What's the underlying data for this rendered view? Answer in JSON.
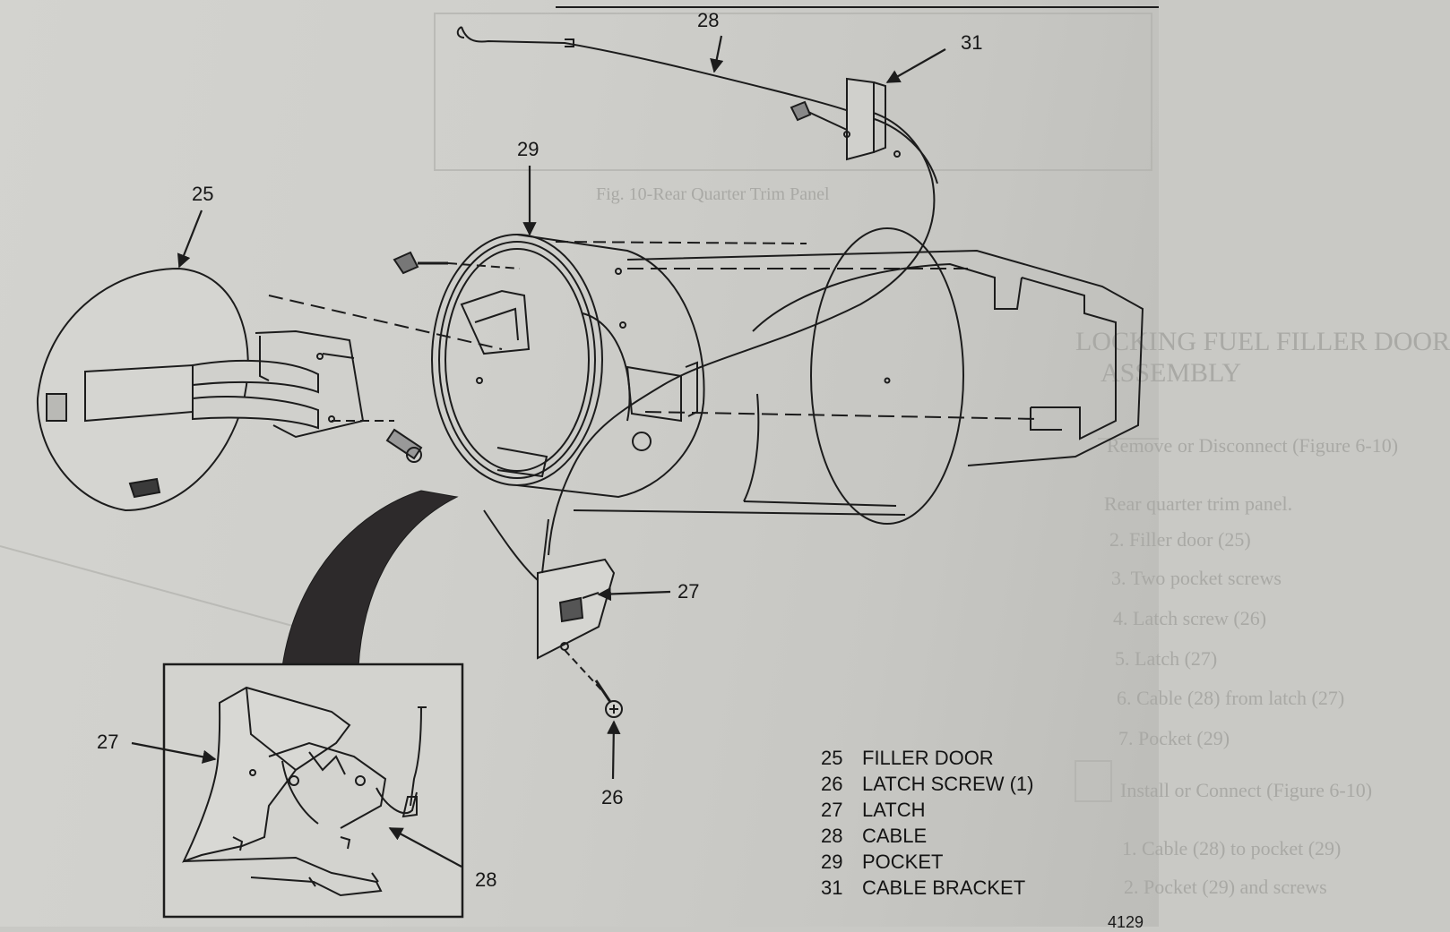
{
  "callouts": {
    "c25": "25",
    "c26": "26",
    "c27_main": "27",
    "c27_inset": "27",
    "c28_top": "28",
    "c28_inset": "28",
    "c29": "29",
    "c31": "31"
  },
  "legend": [
    {
      "num": "25",
      "label": "FILLER DOOR"
    },
    {
      "num": "26",
      "label": "LATCH SCREW (1)"
    },
    {
      "num": "27",
      "label": "LATCH"
    },
    {
      "num": "28",
      "label": "CABLE"
    },
    {
      "num": "29",
      "label": "POCKET"
    },
    {
      "num": "31",
      "label": "CABLE BRACKET"
    }
  ],
  "figure_number": "4129",
  "bleed_through": {
    "caption": "Fig. 10-Rear Quarter Trim Panel",
    "heading_1": "LOCKING FUEL FILLER DOOR",
    "heading_2": "ASSEMBLY",
    "steps": [
      "Remove or Disconnect (Figure 6-10)",
      "Rear quarter trim panel.",
      "2.  Filler door (25)",
      "3.  Two pocket screws",
      "4.  Latch screw (26)",
      "5.  Latch (27)",
      "6.  Cable (28) from latch (27)",
      "7.  Pocket (29)",
      "Install or Connect (Figure 6-10)",
      "1.  Cable (28) to pocket (29)",
      "2.  Pocket (29) and screws"
    ]
  },
  "colors": {
    "ink": "#1c1c1c",
    "paper": "#cfcfcb",
    "ghost": "#a9a9a5"
  }
}
